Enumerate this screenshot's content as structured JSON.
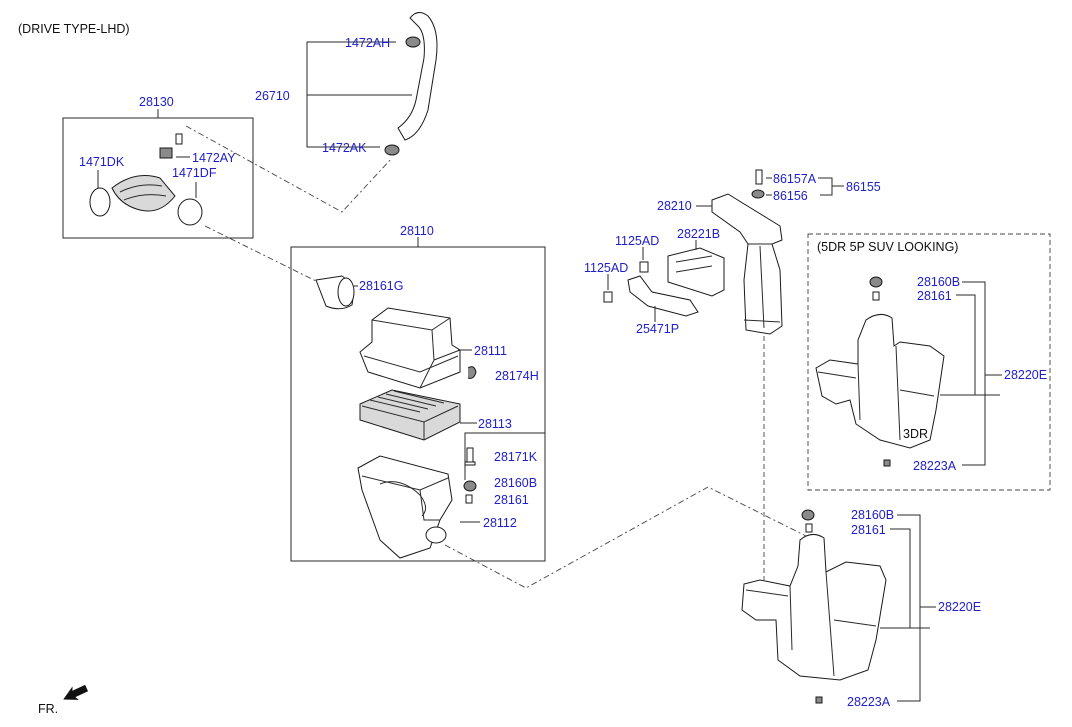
{
  "header": {
    "drive_type": "(DRIVE TYPE-LHD)"
  },
  "variant_box": {
    "title": "(5DR 5P SUV LOOKING)"
  },
  "fr_label": "FR.",
  "labels": {
    "p28130": "28130",
    "p1471DK": "1471DK",
    "p1472AY": "1472AY",
    "p1471DF": "1471DF",
    "p1472AH": "1472AH",
    "p26710": "26710",
    "p1472AK": "1472AK",
    "p28110": "28110",
    "p28161G": "28161G",
    "p28111": "28111",
    "p28174H": "28174H",
    "p28113": "28113",
    "p28171K": "28171K",
    "p28160B_a": "28160B",
    "p28161_a": "28161",
    "p28112": "28112",
    "p86157A": "86157A",
    "p86155": "86155",
    "p86156": "86156",
    "p28210": "28210",
    "p1125AD_a": "1125AD",
    "p28221B": "28221B",
    "p1125AD_b": "1125AD",
    "p25471P": "25471P",
    "p28160B_b": "28160B",
    "p28161_b": "28161",
    "p28220E_a": "28220E",
    "p28223A_a": "28223A",
    "p28160B_c": "28160B",
    "p28161_c": "28161",
    "p28220E_b": "28220E",
    "p28223A_b": "28223A"
  }
}
